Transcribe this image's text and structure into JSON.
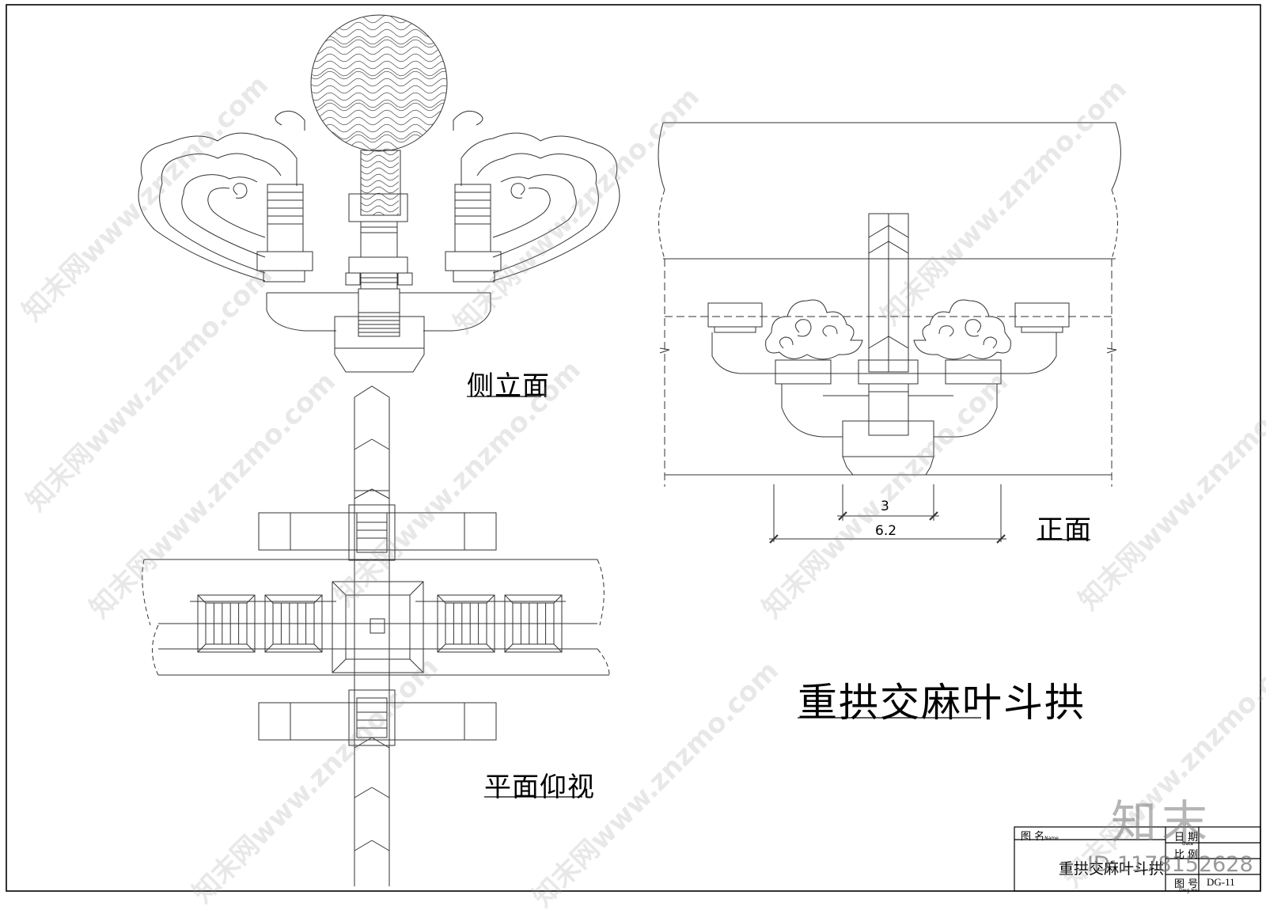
{
  "views": {
    "side_elevation": "侧立面",
    "plan_view": "平面仰视",
    "front_elevation": "正面"
  },
  "drawing_title": "重拱交麻叶斗拱",
  "dimensions": {
    "inner": "3",
    "outer": "6.2"
  },
  "title_block": {
    "name_label": "图 名",
    "name_label_en": "Name",
    "date_label": "日 期",
    "date_label_en": "Date",
    "scale_label": "比 例",
    "number_label": "图 号",
    "number_label_en": "Dwg.No.",
    "drawing_name": "重拱交麻叶斗拱",
    "drawing_number": "DG-11"
  },
  "watermark": {
    "text": "知末网www.znzmo.com",
    "logo": "知末",
    "id": "ID:1178152628"
  }
}
